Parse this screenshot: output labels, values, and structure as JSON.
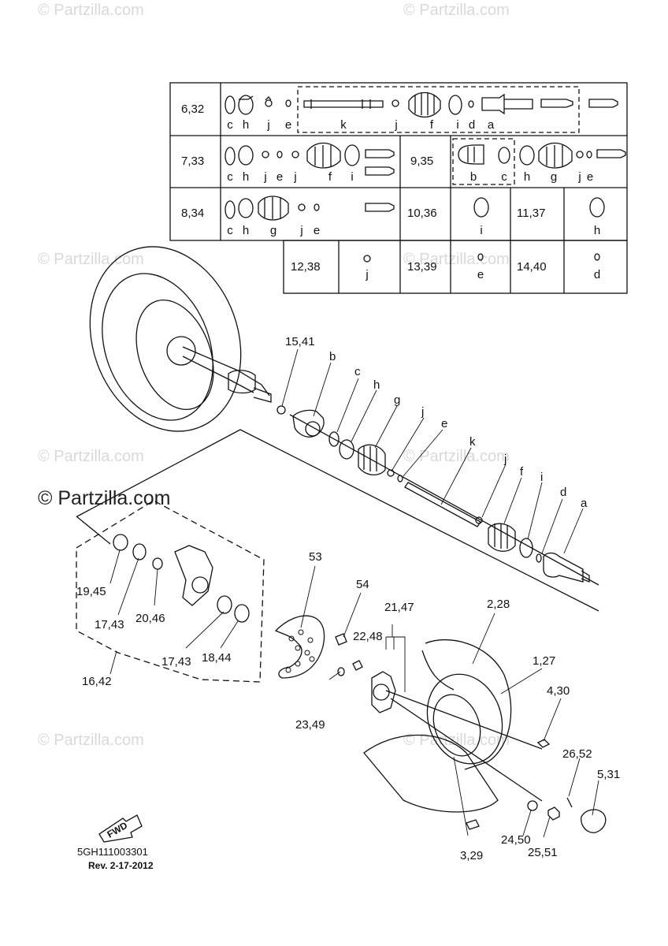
{
  "watermarks": [
    "© Partzilla.com",
    "© Partzilla.com",
    "© Partzilla.com",
    "© Partzilla.com",
    "© Partzilla.com",
    "© Partzilla.com",
    "© Partzilla.com",
    "© Partzilla.com"
  ],
  "main_watermark": "© Partzilla.com",
  "table": {
    "rows": [
      {
        "ref": "6,32",
        "letters": [
          "c",
          "h",
          "j",
          "e",
          "k",
          "j",
          "f",
          "i",
          "d",
          "a"
        ]
      },
      {
        "ref": "7,33",
        "letters": [
          "c",
          "h",
          "j",
          "e",
          "j",
          "f",
          "i"
        ]
      },
      {
        "ref": "9,35",
        "letters": [
          "b",
          "c",
          "h",
          "g",
          "j",
          "e"
        ]
      },
      {
        "ref": "8,34",
        "letters": [
          "c",
          "h",
          "g",
          "j",
          "e"
        ]
      },
      {
        "ref": "10,36",
        "letters": [
          "i"
        ]
      },
      {
        "ref": "11,37",
        "letters": [
          "h"
        ]
      },
      {
        "ref": "12,38",
        "letters": [
          "j"
        ]
      },
      {
        "ref": "13,39",
        "letters": [
          "e"
        ]
      },
      {
        "ref": "14,40",
        "letters": [
          "d"
        ]
      }
    ]
  },
  "callouts": {
    "c15": "15,41",
    "cb": "b",
    "cc": "c",
    "ch": "h",
    "cg": "g",
    "cj": "j",
    "ce": "e",
    "ck": "k",
    "cj2": "j",
    "cf": "f",
    "ci": "i",
    "cd": "d",
    "ca": "a",
    "c53": "53",
    "c54": "54",
    "c21": "21,47",
    "c22": "22,48",
    "c2": "2,28",
    "c1": "1,27",
    "c4": "4,30",
    "c26": "26,52",
    "c5": "5,31",
    "c23": "23,49",
    "c24": "24,50",
    "c25": "25,51",
    "c3": "3,29",
    "c19": "19,45",
    "c17a": "17,43",
    "c20": "20,46",
    "c17b": "17,43",
    "c18": "18,44",
    "c16": "16,42"
  },
  "fwd_label": "FWD",
  "footer": {
    "code": "5GH111003301",
    "rev": "Rev.  2-17-2012"
  }
}
